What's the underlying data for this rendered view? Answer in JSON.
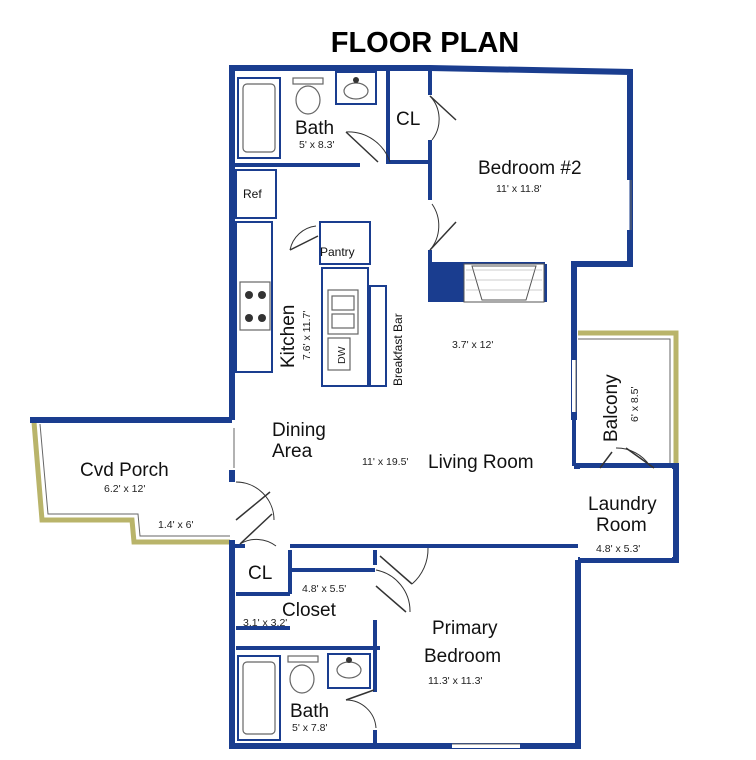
{
  "title": "FLOOR PLAN",
  "rooms": {
    "bath_top": {
      "name": "Bath",
      "size": "5' x 8.3'"
    },
    "closet_top": {
      "name": "CL"
    },
    "bedroom2": {
      "name": "Bedroom  #2",
      "size": "11' x 11.8'"
    },
    "ref": {
      "name": "Ref"
    },
    "pantry": {
      "name": "Pantry"
    },
    "kitchen": {
      "name": "Kitchen",
      "size": "7.6' x 11.7'"
    },
    "dw": {
      "name": "DW"
    },
    "breakfast_bar": {
      "name": "Breakfast Bar"
    },
    "fireplace_area": {
      "size": "3.7' x 12'"
    },
    "balcony": {
      "name": "Balcony",
      "size": "6' x 8.5'"
    },
    "dining": {
      "name_line1": "Dining",
      "name_line2": "Area"
    },
    "living": {
      "name": "Living Room",
      "size": "11' x 19.5'"
    },
    "porch": {
      "name": "Cvd Porch",
      "size": "6.2' x 12'",
      "size2": "1.4' x 6'"
    },
    "laundry": {
      "name_line1": "Laundry",
      "name_line2": "Room",
      "size": "4.8' x 5.3'"
    },
    "closet_left": {
      "name": "CL"
    },
    "closet": {
      "name": "Closet",
      "size": "4.8' x 5.5'",
      "size2": "3.1' x 3.2'"
    },
    "primary": {
      "name_line1": "Primary",
      "name_line2": "Bedroom",
      "size": "11.3' x 11.3'"
    },
    "bath_bottom": {
      "name": "Bath",
      "size": "5' x 7.8'"
    }
  },
  "colors": {
    "wall": "#1a3d8f",
    "porch_rail": "#b9b46a"
  }
}
